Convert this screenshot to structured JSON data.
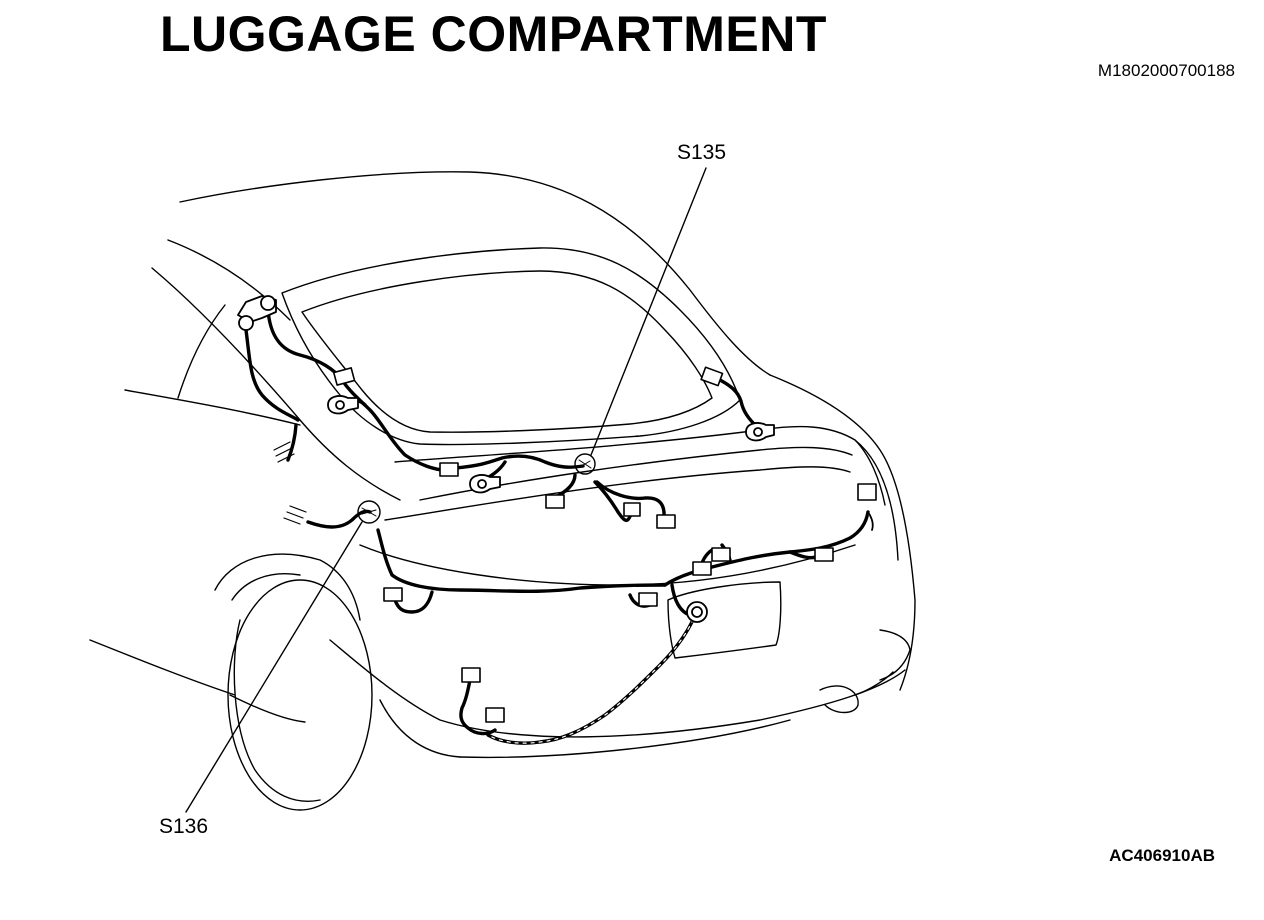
{
  "header": {
    "title": "LUGGAGE COMPARTMENT",
    "doc_id": "M1802000700188"
  },
  "callouts": {
    "s135": "S135",
    "s136": "S136"
  },
  "footer": {
    "figure_id": "AC406910AB"
  }
}
